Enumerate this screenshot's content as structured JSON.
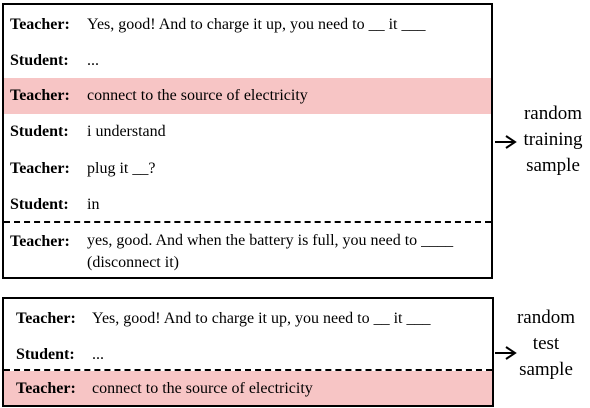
{
  "training": {
    "side_label": [
      "random",
      "training",
      "sample"
    ],
    "rows": [
      {
        "speaker": "Teacher:",
        "text": "Yes, good! And to charge it up, you need to __ it ___"
      },
      {
        "speaker": "Student:",
        "text": "..."
      },
      {
        "speaker": "Teacher:",
        "text": "connect to the source of electricity",
        "highlight": true
      },
      {
        "speaker": "Student:",
        "text": "i understand"
      },
      {
        "speaker": "Teacher:",
        "text": "plug it __?"
      },
      {
        "speaker": "Student:",
        "text": "in"
      },
      {
        "speaker": "Teacher:",
        "text": "yes, good. And when the battery is full, you need to ____ (disconnect it)"
      }
    ]
  },
  "test": {
    "side_label": [
      "random",
      "test",
      "sample"
    ],
    "rows": [
      {
        "speaker": "Teacher:",
        "text": "Yes, good! And to charge it up, you need to __ it ___"
      },
      {
        "speaker": "Student:",
        "text": "..."
      },
      {
        "speaker": "Teacher:",
        "text": "connect to the source of electricity",
        "highlight": true
      }
    ]
  },
  "colors": {
    "highlight": "#f7c5c5",
    "border": "#000000"
  }
}
